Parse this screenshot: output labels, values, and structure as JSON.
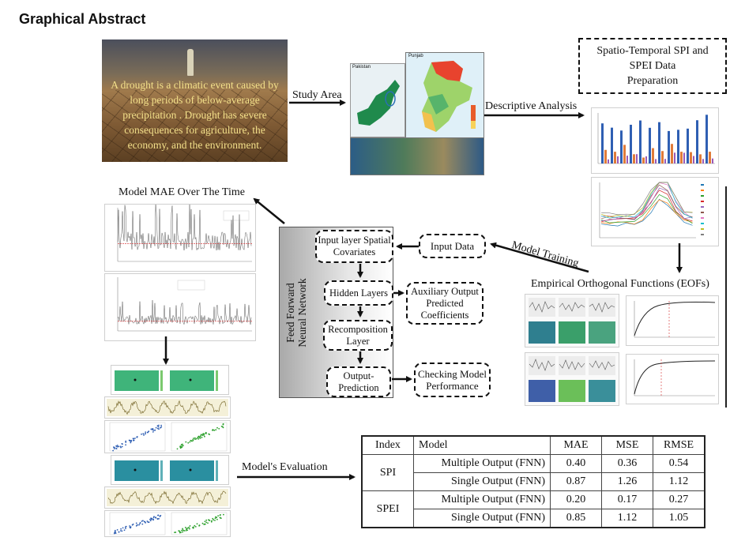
{
  "title": "Graphical Abstract",
  "photo_text": "A drought is a climatic event caused by long periods of below-average precipitation . Drought has severe consequences for agriculture, the economy, and the environment.",
  "labels": {
    "study_area": "Study Area",
    "descriptive_analysis": "Descriptive Analysis",
    "model_training": "Model Training",
    "eofs": "Empirical Orthogonal Functions (EOFs)",
    "model_mae": "Model MAE Over The Time",
    "model_evaluation": "Model's Evaluation"
  },
  "boxes": {
    "spi_spei_line1": "Spatio-Temporal SPI and",
    "spi_spei_line2": "SPEI Data",
    "spi_spei_line3": "Preparation",
    "input_data": "Input Data",
    "input_layer_line1": "Input layer Spatial",
    "input_layer_line2": "Covariates",
    "hidden_layers": "Hidden Layers",
    "auxiliary_line1": "Auxiliary Output",
    "auxiliary_line2": "Predicted",
    "auxiliary_line3": "Coefficients",
    "recomposition_line1": "Recomposition",
    "recomposition_line2": "Layer",
    "output_line1": "Output-",
    "output_line2": "Prediction",
    "checking_line1": "Checking Model",
    "checking_line2": "Performance"
  },
  "ffn_line1": "Feed Forward",
  "ffn_line2": "Neural Network",
  "map": {
    "inset_label1": "Pakistan",
    "inset_label2": "Punjab"
  },
  "table": {
    "headers": [
      "Index",
      "Model",
      "MAE",
      "MSE",
      "RMSE"
    ],
    "rows": [
      {
        "index": "SPI",
        "model": "Multiple Output (FNN)",
        "mae": "0.40",
        "mse": "0.36",
        "rmse": "0.54"
      },
      {
        "index": "",
        "model": "Single Output (FNN)",
        "mae": "0.87",
        "mse": "1.26",
        "rmse": "1.12"
      },
      {
        "index": "SPEI",
        "model": "Multiple Output (FNN)",
        "mae": "0.20",
        "mse": "0.17",
        "rmse": "0.27"
      },
      {
        "index": "",
        "model": "Single Output (FNN)",
        "mae": "0.85",
        "mse": "1.12",
        "rmse": "1.05"
      }
    ]
  },
  "colors": {
    "plot_blue": "#2f5fb3",
    "plot_orange": "#e07b39",
    "plot_red": "#d62728",
    "eval_green": "#2ca02c",
    "heat_green": "#3fb47a"
  }
}
